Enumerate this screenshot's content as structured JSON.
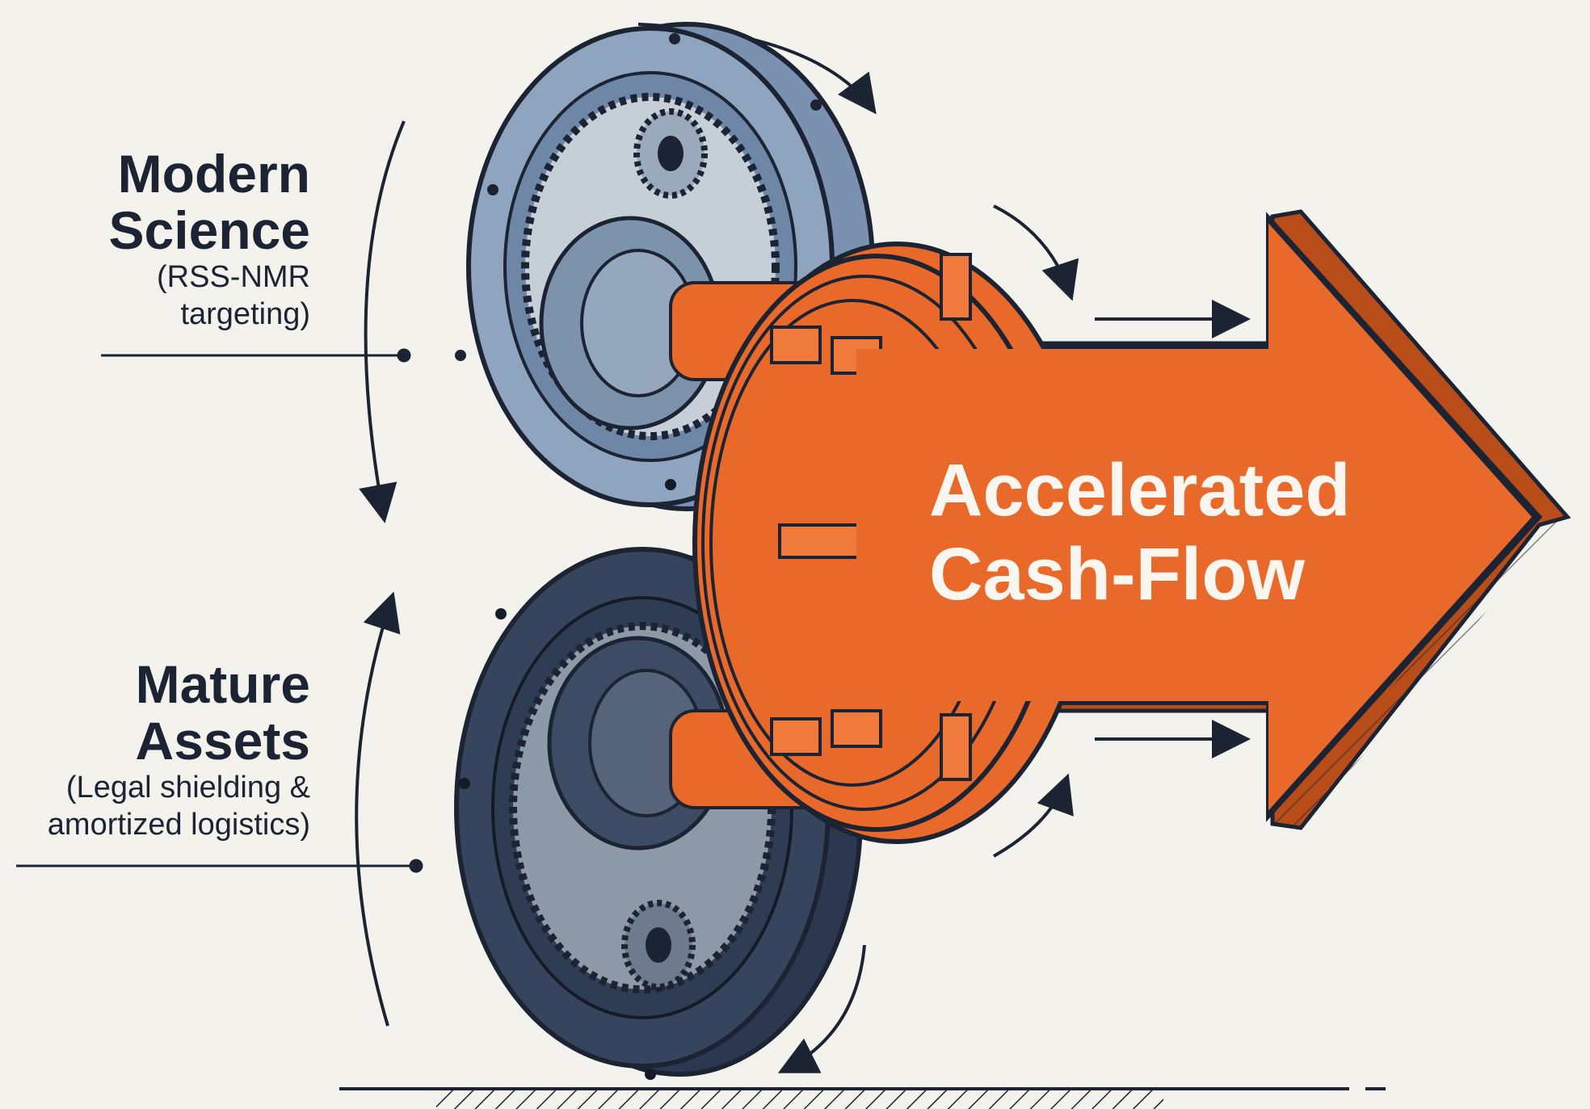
{
  "labels": {
    "science": {
      "title_line1": "Modern",
      "title_line2": "Science",
      "sub_line1": "(RSS-NMR",
      "sub_line2": "targeting)"
    },
    "assets": {
      "title_line1": "Mature",
      "title_line2": "Assets",
      "sub_line1": "(Legal shielding &",
      "sub_line2": "amortized logistics)"
    },
    "output": {
      "line1": "Accelerated",
      "line2": "Cash-Flow"
    }
  },
  "colors": {
    "background": "#f3f2ed",
    "science_gear": "#7a92b0",
    "assets_gear": "#36455d",
    "output_arrow": "#e9692a",
    "ink": "#1c2433"
  },
  "icons": [
    "gear",
    "gear",
    "arrow-right",
    "rotation-arrow"
  ]
}
